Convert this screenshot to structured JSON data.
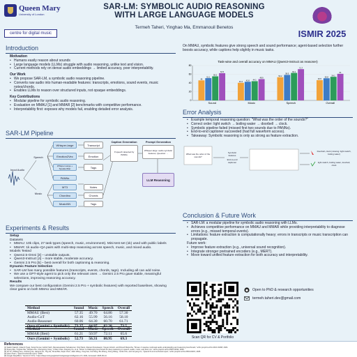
{
  "header": {
    "institution": "Queen Mary",
    "institution_sub": "University of London",
    "centre": "centre for digital music",
    "title_line1": "SAR-LM: SYMBOLIC AUDIO REASONING",
    "title_line2": "WITH LARGE LANGUAGE MODELS",
    "authors": "Termeh Taheri, Yinghao Ma, Emmanouil Benetos",
    "conference": "ISMIR 2025"
  },
  "introduction": {
    "title": "Introduction",
    "motivation_label": "Motivation",
    "motivation": [
      "Humans easily reason about sounds",
      "Large language models (LLMs) struggle with audio reasoning, unlike text and vision.",
      "Current methods rely on dense audio embeddings → limited accuracy, poor interpretability."
    ],
    "ourwork_label": "Our Work",
    "ourwork": [
      "We propose SAR-LM, a symbolic audio reasoning pipeline.",
      "Converts raw audio into human-readable features: transcripts, emotions, sound events, music notes/chords.",
      "Enables LLMs to reason over structured inputs, not opaque embeddings."
    ],
    "contrib_label": "Key Contributions",
    "contrib": [
      "Modular pipeline for symbolic audio reasoning.",
      "Evaluation on MMAU [1] and MMAR [2] benchmarks with competitive performance.",
      "Interpretability first: exposes why models fail, enabling detailed error analysis."
    ]
  },
  "pipeline": {
    "title": "SAR-LM Pipeline",
    "input_audio": "Input Audio",
    "speech": "Speech",
    "music": "Music",
    "encoders": [
      "Whisper-large",
      "Emotion2Vec",
      "Whisper-Large + SpeakerDiar",
      "PANNs",
      "MT3",
      "Chordino",
      "MusicNN"
    ],
    "outputs": [
      "Transcript",
      "Emotion",
      "Tags",
      "Notes",
      "Chords",
      "Tags"
    ],
    "caption_gen": "Caption Generation",
    "prompt_gen": "Prompt Generation",
    "llm": "LLM Reasoning",
    "caption_note": "If speech detected by PANNs",
    "prompt_note": "Whisper-large: audio symbolic features, Question: ..."
  },
  "experiments": {
    "title": "Experiments & Results",
    "setup_label": "Setup",
    "datasets_label": "Datasets",
    "datasets": [
      "MMAU: 10k clips, 27 task types (speech, music, environment). Mini-test set (1k) used with public labels",
      "MMAR: 1k audio–QA pairs with multi-step reasoning across speech, music, and mixed audio."
    ],
    "models_label": "Models Tested",
    "models": [
      "Qwen2.5-Omni [3] – unstable outputs.",
      "Qwen3-Instruct [4] – more stable, moderate accuracy.",
      "Gemini 2.5 Pro [5] – best overall for both captioning & reasoning."
    ],
    "dyn_label": "Dynamic Feature Selection",
    "dyn": [
      "SAR-LM has many possible features (transcripts, events, chords, tags). Including all can add noise.",
      "We use a GPT-style agent to pick only the relevant ones → Gemini 2.5 Pro gave stable, meaningful selections, improving reasoning accuracy."
    ],
    "results_label": "Results",
    "results_text": "We compare our best configuration (Gemini 2.5 Pro + symbolic features) with reported baselines, showing clear gains on both MMAU and MMAR."
  },
  "table1": {
    "headers": [
      "Method",
      "Sound",
      "Music",
      "Speech",
      "Overall"
    ],
    "rows": [
      [
        "MMAU (Best)",
        "57.35",
        "49.70",
        "64.86",
        "57.30"
      ],
      [
        "Audio-CoT",
        "62.16",
        "55.99",
        "56.16",
        "58.10"
      ],
      [
        "Audio-Reasoner",
        "60.06",
        "64.30",
        "60.70",
        "61.71"
      ],
      [
        "Ours (Gemini + Symbolic)",
        "73.27",
        "64.97",
        "82.28",
        "73.5"
      ]
    ]
  },
  "table2": {
    "headers": [
      "Method",
      "Sound",
      "Music",
      "Speech",
      "Overall"
    ],
    "rows": [
      [
        "MMAR (Best)",
        "61.21",
        "50.97",
        "72.11",
        "65.6"
      ],
      [
        "Ours (Gemini + Symbolic)",
        "52.73",
        "56.31",
        "80.95",
        "69.3"
      ]
    ]
  },
  "right_intro": "On MMAU, symbolic features give strong speech and sound performance; agent-based selection further boosts accuracy, while captions help slightly in music tasks.",
  "chart_data": {
    "type": "bar",
    "title": "Task-wise and overall accuracy on MMAU (Qwen3-Instruct as reasoner)",
    "categories": [
      "Sound",
      "Music",
      "Speech",
      "Overall"
    ],
    "series": [
      {
        "name": "",
        "values": [
          46.0,
          40.4,
          53.2,
          46.5
        ],
        "color": "#f2a33a"
      },
      {
        "name": "",
        "values": [
          51.1,
          42.8,
          58.5,
          50.8
        ],
        "color": "#3e7cc6"
      },
      {
        "name": "",
        "values": [
          55.2,
          44.1,
          63.1,
          54.1
        ],
        "color": "#2c9c5a"
      },
      {
        "name": "",
        "values": [
          62.5,
          48.9,
          71.7,
          61.0
        ],
        "color": "#a04fbc"
      }
    ],
    "ylim": [
      0,
      80
    ]
  },
  "error_analysis": {
    "title": "Error Analysis",
    "items": [
      "Example temporal reasoning question: \"What was the order of the sounds?\"",
      "Correct order: light switch → boiling water → doorbell → clock.",
      "Symbolic pipeline failed (missed first two sounds due to PANNs).",
      "End-to-end captioner succeeded (had full waveform access).",
      "Takeaway: Symbolic reasoning is only as strong as feature extraction."
    ],
    "fig_question": "What was the order of the sounds?",
    "fig_symbolic": "Symbolic features",
    "fig_captioner": "End-to-end captioner",
    "fig_result_wrong": "Doorbell, clock (missing: light switch, boiling water)",
    "fig_result_right": "light switch, boiling water, doorbell, clock"
  },
  "conclusion": {
    "title": "Conclusion & Future Work",
    "items": [
      "SAR-LM: a modular pipeline for symbolic audio reasoning with LLMs.",
      "Achieves competitive performance on MMAU and MMAR while providing interpretability to diagnose errors (e.g., missed temporal events).",
      "Limitations: feature extraction is computationally heavy; errors in transcripts or music transcription can propagate."
    ],
    "future_label": "Future work:",
    "future": [
      "Improve feature extraction (e.g., universal sound recognition).",
      "Integrate stronger pretrained encoders (e.g., MERT).",
      "Move toward unified feature extraction for both accuracy and interpretability."
    ]
  },
  "contact": {
    "github": "Open to PhD & research opportunities",
    "email": "termeh.taheri.dev@gmail.com",
    "qr_caption": "Scan QR for CV & Portfolio"
  },
  "references": {
    "title": "References",
    "items": [
      "[1] Sakshi Sakshi, Utkarsh Tyagi, Sonal Kumar, Ashish Seth, Ramaneswaran Selvakumar, Oriol Nieto, Ramani Duraiswami, Sreyan Ghosh, and Dinesh Manocha, \"Mmau: A massive multi-task audio understanding and reasoning benchmark,\" arXiv preprint arXiv:2410.19168, 2024.",
      "[2] Ziyang Ma, Yinghao Ma, Yanqiao Zhu, Chengming Yang, Yi-Wen Chao, Ruiyang Xu, et al, \"Mmar: A challenging benchmark for deep reasoning in speech, audio, music, and their mix,\" arXiv preprint arXiv:2505.13032, 2025.",
      "[3] Jin Xu, Zhifang Guo, Jinzheng He, Hangrui Hu, Ting He, Shuai Bai, Keqin Chen, Jialin Wang, Yang Fan, Kai Dang, Bin Zhang, Xiong Wang, Yunfei Chu, and Junyang Lin, \"Qwen2.5-omni technical report,\" arXiv preprint arXiv:2503.20215, 2025.",
      "[4] Qwen Team, \"Qwen3 technical report,\" 2025.",
      "[5] Google DeepMind, \"Gemini 2.5 Pro,\" https://deepmind.google/technologies/gemini/#gemini-2.5, 2024, Accessed: 2025-09-14."
    ]
  }
}
